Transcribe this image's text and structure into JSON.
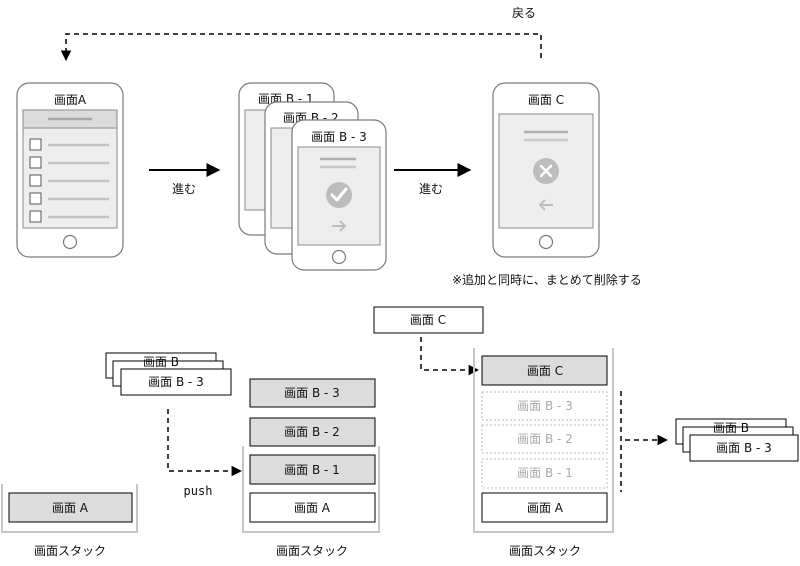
{
  "top": {
    "back_label": "戻る",
    "forward_label_1": "進む",
    "forward_label_2": "進む",
    "note": "※追加と同時に、まとめて削除する",
    "phone_a_title": "画面A",
    "phone_b_titles": [
      "画面 B - 1",
      "画面 B - 2",
      "画面 B - 3"
    ],
    "phone_c_title": "画面 C"
  },
  "bottom": {
    "stack_caption": "画面スタック",
    "screen_a": "画面 A",
    "incoming_b_back": "画面 B",
    "incoming_b_front": "画面 B - 3",
    "push_label": "push",
    "stack2_items": [
      "画面 B - 3",
      "画面 B - 2",
      "画面 B - 1"
    ],
    "incoming_c": "画面 C",
    "stack3_top": "画面 C",
    "stack3_removed": [
      "画面 B - 3",
      "画面 B - 2",
      "画面 B - 1"
    ],
    "outgoing_b_back": "画面 B",
    "outgoing_b_front": "画面 B - 3"
  },
  "colors": {
    "phone_border": "#7a7a7a",
    "screen_fill": "#eeeeee",
    "box_gray": "#dcdcdc",
    "icon_gray": "#bdbdbd",
    "dashed_removed": "#bbbbbb"
  }
}
